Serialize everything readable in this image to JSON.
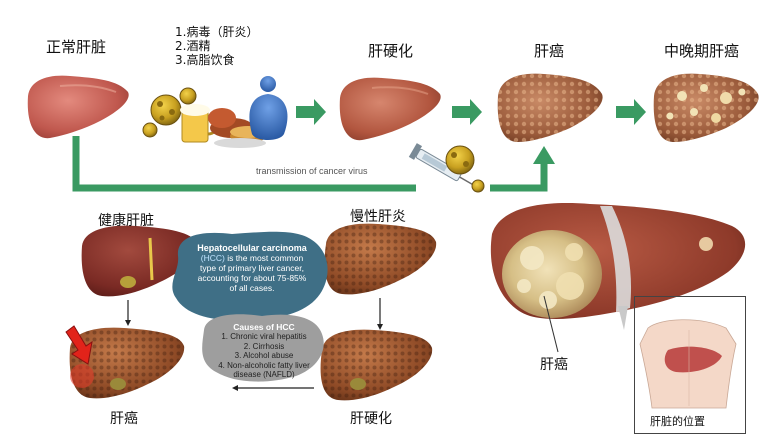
{
  "top_row": {
    "normal_liver": "正常肝脏",
    "causes": [
      "1.病毒（肝炎）",
      "2.酒精",
      "3.高脂饮食"
    ],
    "cirrhosis": "肝硬化",
    "liver_cancer": "肝癌",
    "advanced_cancer": "中晚期肝癌",
    "virus_path_label": "transmission of cancer virus"
  },
  "cycle": {
    "healthy": "健康肝脏",
    "chronic_hepatitis": "慢性肝炎",
    "cirrhosis": "肝硬化",
    "cancer": "肝癌",
    "hcc_title": "Hepatocellular carcinoma",
    "hcc_abbr": "(HCC)",
    "hcc_text_1": " is the most common",
    "hcc_text_2": "type of primary liver cancer,",
    "hcc_text_3": "accounting for about 75-85%",
    "hcc_text_4": "of all cases.",
    "causes_title": "Causes of HCC",
    "causes_items": [
      "1. Chronic viral hepatitis",
      "2. Cirrhosis",
      "3. Alcohol abuse",
      "4. Non-alcoholic fatty liver",
      "disease (NAFLD)"
    ]
  },
  "detail": {
    "tumor_label": "肝癌",
    "inset_label": "肝脏的位置"
  },
  "colors": {
    "green_arrow": "#3a9a62",
    "hcc_blob": "#3f6f86",
    "causes_blob": "#9e9e9e",
    "liver_healthy": "#c0504d",
    "liver_diseased": "#8a4a2a"
  }
}
